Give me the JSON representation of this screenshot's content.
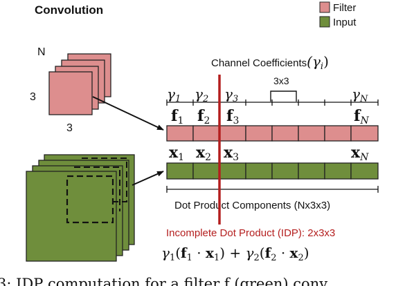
{
  "title": "Convolution",
  "legend": {
    "filter": {
      "label": "Filter",
      "color": "#dd8e8e"
    },
    "input": {
      "label": "Input",
      "color": "#6f8e3c"
    }
  },
  "filter_stack": {
    "depth_label": "N",
    "height_label": "3",
    "width_label": "3"
  },
  "channel_coefficients": {
    "text": "Channel Coefficients",
    "symbol": "(γ",
    "symbol_sub": "i",
    "symbol_close": ")"
  },
  "segment_label": "3x3",
  "gammas": [
    {
      "base": "γ",
      "sub": "1"
    },
    {
      "base": "γ",
      "sub": "2"
    },
    {
      "base": "γ",
      "sub": "3"
    },
    {
      "base": "γ",
      "sub": "N"
    }
  ],
  "filters": [
    {
      "base": "f",
      "sub": "1"
    },
    {
      "base": "f",
      "sub": "2"
    },
    {
      "base": "f",
      "sub": "3"
    },
    {
      "base": "f",
      "sub": "N"
    }
  ],
  "inputs": [
    {
      "base": "x",
      "sub": "1"
    },
    {
      "base": "x",
      "sub": "2"
    },
    {
      "base": "x",
      "sub": "3"
    },
    {
      "base": "x",
      "sub": "N"
    }
  ],
  "dot_product_label": "Dot Product Components (Nx3x3)",
  "idp_label": "Incomplete Dot Product (IDP): 2x3x3",
  "formula": {
    "g1": "γ",
    "g1s": "1",
    "open1": "(",
    "f1": "f",
    "f1s": "1",
    "dot1": " · ",
    "x1": "x",
    "x1s": "1",
    "close1": ")",
    "plus": " + ",
    "g2": "γ",
    "g2s": "2",
    "open2": "(",
    "f2": "f",
    "f2s": "2",
    "dot2": " · ",
    "x2": "x",
    "x2s": "2",
    "close2": ")"
  },
  "caption": "3:  IDP  computation  for  a  filter  f  (green)  conv",
  "colors": {
    "idp_line": "#b41e1e",
    "stroke": "#222222"
  }
}
